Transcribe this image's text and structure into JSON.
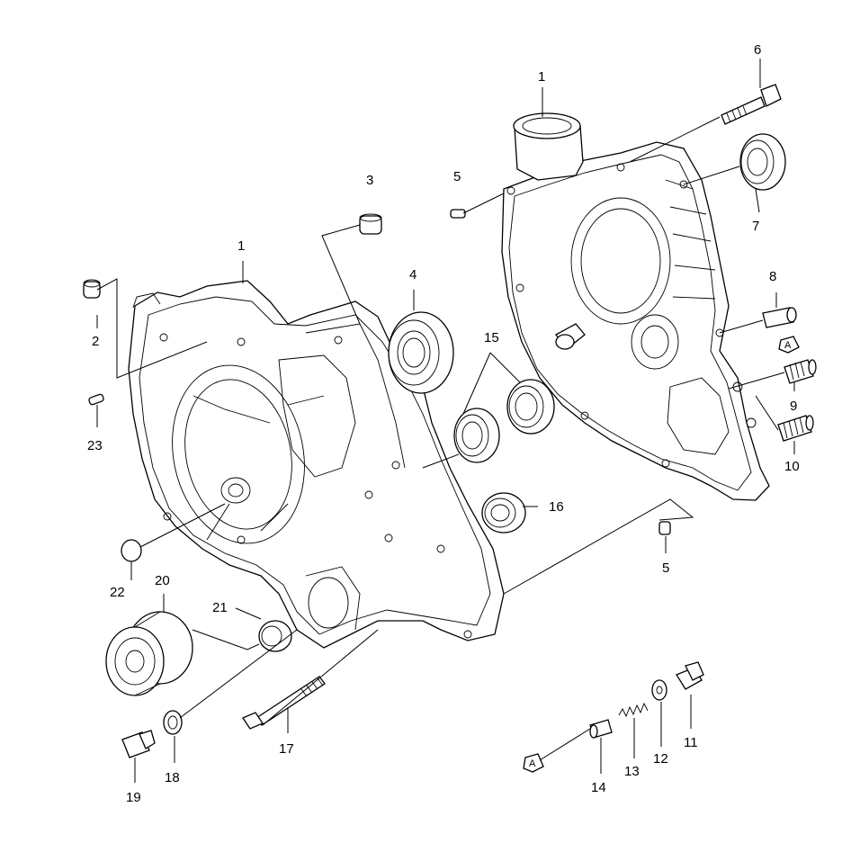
{
  "diagram": {
    "labels": {
      "p1a": "1",
      "p1b": "1",
      "p2": "2",
      "p3": "3",
      "p4": "4",
      "p5a": "5",
      "p5b": "5",
      "p6": "6",
      "p7": "7",
      "p8": "8",
      "p9": "9",
      "p10": "10",
      "p11": "11",
      "p12": "12",
      "p13": "13",
      "p14": "14",
      "p15": "15",
      "p16": "16",
      "p17": "17",
      "p18": "18",
      "p19": "19",
      "p20": "20",
      "p21": "21",
      "p22": "22",
      "p23": "23"
    },
    "markers": {
      "ref_a_top": "A",
      "ref_a_bottom": "A"
    }
  }
}
